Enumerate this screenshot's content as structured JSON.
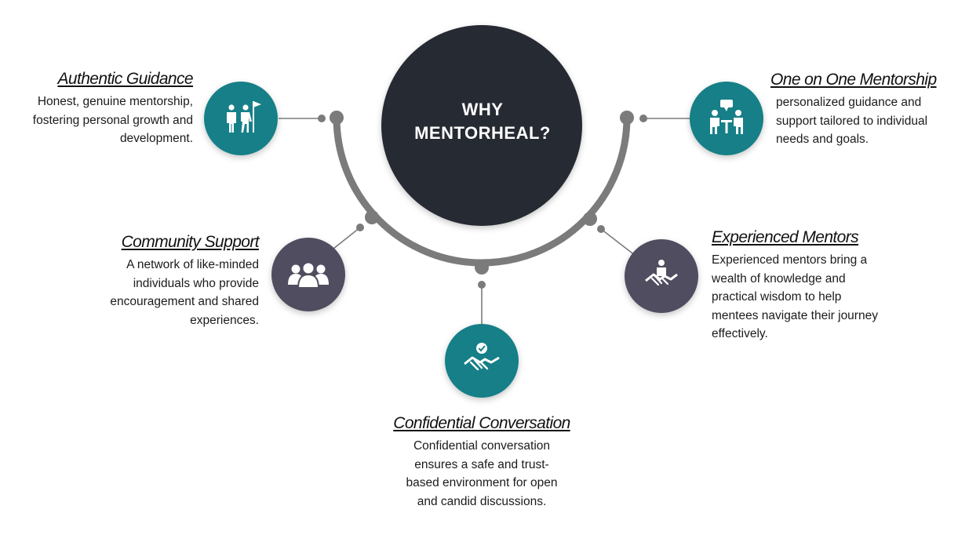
{
  "center": {
    "line1": "WHY",
    "line2": "MENTORHEAL?"
  },
  "colors": {
    "teal": "#157f87",
    "slate": "#4f4e5e",
    "dark": "#272a33",
    "connector": "#7b7b7b"
  },
  "items": [
    {
      "title": "Authentic Guidance",
      "description": "Honest, genuine mentorship, fostering personal growth and development.",
      "icon": "people-with-flag-icon"
    },
    {
      "title": "One on One Mentorship",
      "description": "personalized guidance and support tailored to individual needs and goals.",
      "icon": "two-people-talking-icon"
    },
    {
      "title": "Community Support",
      "description": "A network of like-minded individuals who provide encouragement and shared experiences.",
      "icon": "group-icon"
    },
    {
      "title": "Experienced Mentors",
      "description": "Experienced mentors bring a wealth of knowledge and practical wisdom to help mentees navigate their journey effectively.",
      "icon": "mentor-handshake-icon"
    },
    {
      "title": "Confidential Conversation",
      "description": "Confidential conversation ensures a safe and trust-based environment for open and candid discussions.",
      "icon": "handshake-check-icon"
    }
  ]
}
